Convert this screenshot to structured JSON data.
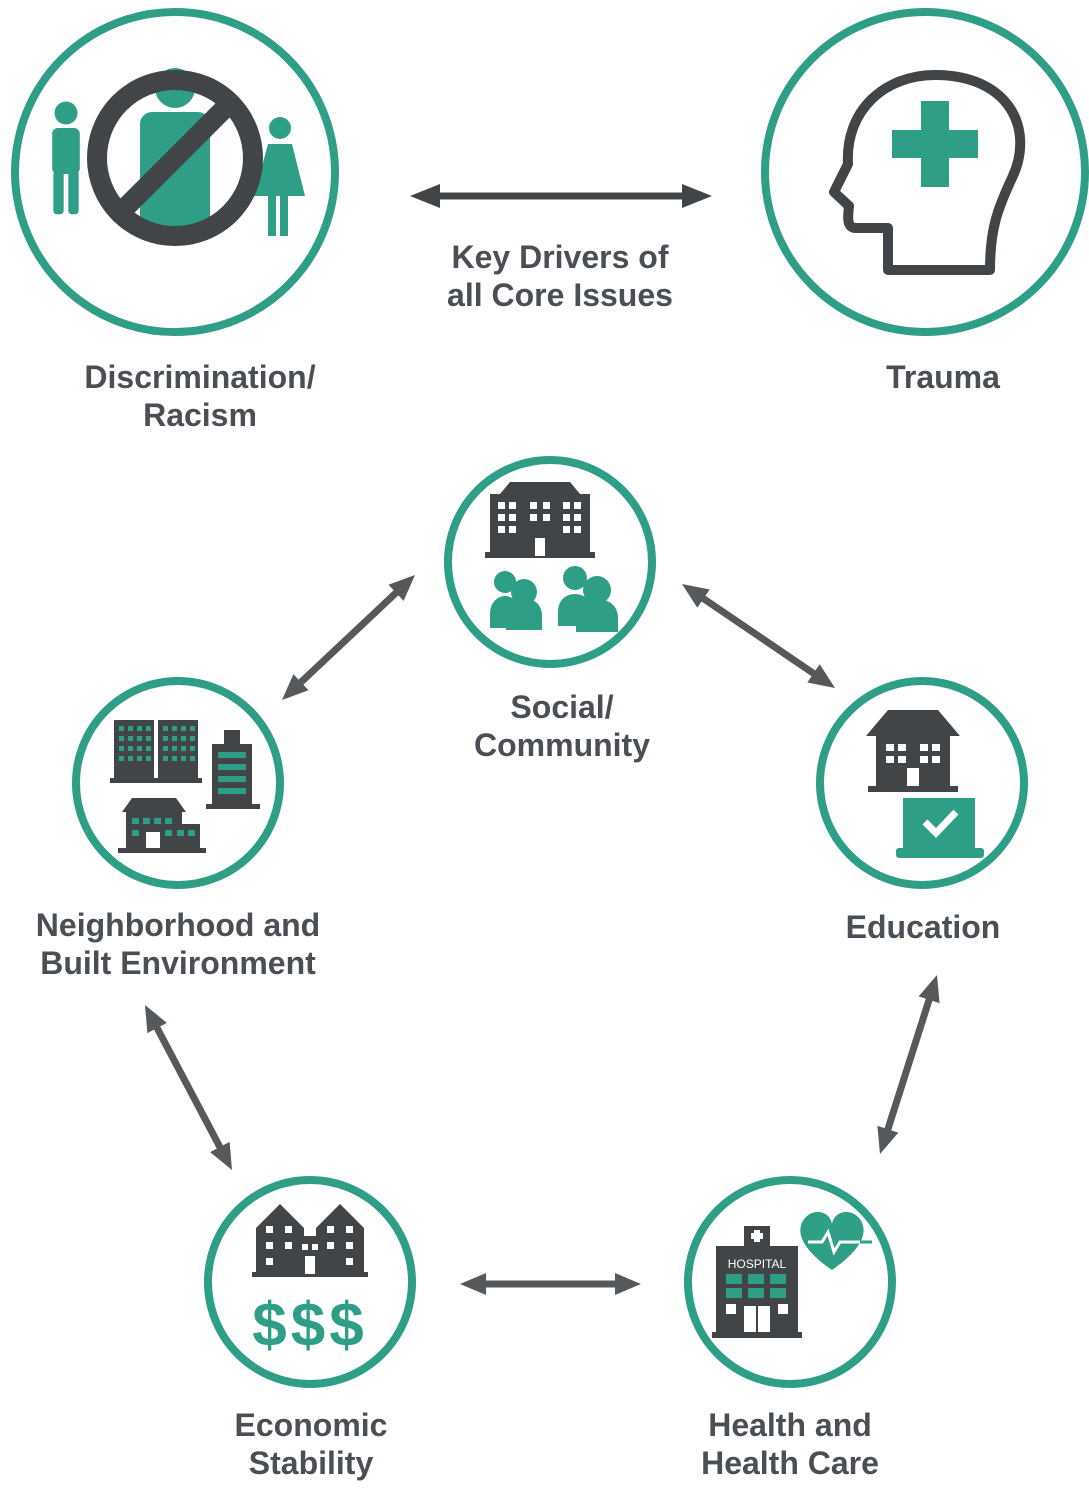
{
  "colors": {
    "teal": "#2e9e87",
    "dark": "#414548",
    "text": "#4a4f55",
    "arrow": "#55595c"
  },
  "center_label": [
    "Key Drivers of",
    "all Core Issues"
  ],
  "drivers": [
    {
      "key": "discrimination",
      "icon": "discrimination-icon",
      "label": [
        "Discrimination/",
        "Racism"
      ]
    },
    {
      "key": "trauma",
      "icon": "trauma-head-icon",
      "label": [
        "Trauma"
      ]
    }
  ],
  "issues": [
    {
      "key": "social",
      "icon": "social-community-icon",
      "label": [
        "Social/",
        "Community"
      ]
    },
    {
      "key": "education",
      "icon": "education-icon",
      "label": [
        "Education"
      ]
    },
    {
      "key": "health",
      "icon": "hospital-heart-icon",
      "label": [
        "Health and",
        "Health Care"
      ],
      "icon_text": "HOSPITAL"
    },
    {
      "key": "economic",
      "icon": "economic-stability-icon",
      "label": [
        "Economic",
        "Stability"
      ],
      "icon_text": "$$$"
    },
    {
      "key": "neighborhood",
      "icon": "neighborhood-buildings-icon",
      "label": [
        "Neighborhood and",
        "Built Environment"
      ]
    }
  ]
}
